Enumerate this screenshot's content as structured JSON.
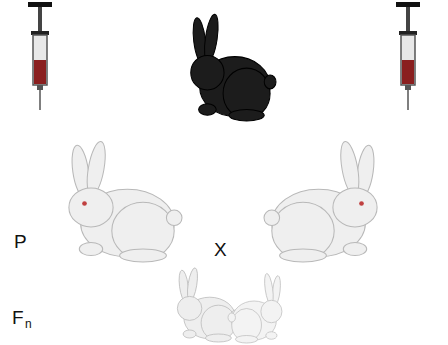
{
  "diagram": {
    "labels": [
      "P",
      "X",
      "F",
      "n"
    ]
  }
}
